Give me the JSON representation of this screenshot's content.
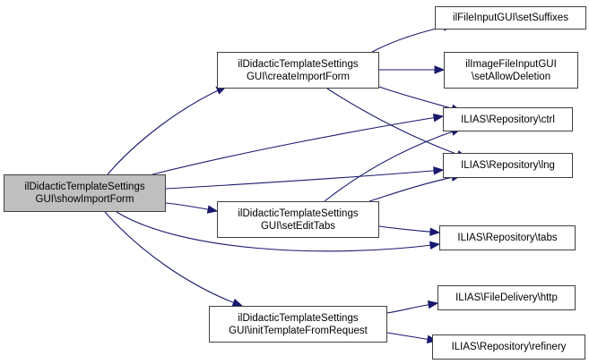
{
  "diagram": {
    "type": "call-graph",
    "colors": {
      "edge": "#191970",
      "root_fill": "#bfbfbf",
      "node_fill": "#ffffff",
      "node_border": "#404040"
    },
    "nodes": [
      {
        "id": "showImportForm",
        "lines": [
          "ilDidacticTemplateSettings",
          "GUI\\showImportForm"
        ],
        "root": true
      },
      {
        "id": "createImportForm",
        "lines": [
          "ilDidacticTemplateSettings",
          "GUI\\createImportForm"
        ]
      },
      {
        "id": "setEditTabs",
        "lines": [
          "ilDidacticTemplateSettings",
          "GUI\\setEditTabs"
        ]
      },
      {
        "id": "initTemplateFromRequest",
        "lines": [
          "ilDidacticTemplateSettings",
          "GUI\\initTemplateFromRequest"
        ]
      },
      {
        "id": "setSuffixes",
        "lines": [
          "ilFileInputGUI\\setSuffixes"
        ]
      },
      {
        "id": "setAllowDeletion",
        "lines": [
          "ilImageFileInputGUI",
          "\\setAllowDeletion"
        ]
      },
      {
        "id": "ctrl",
        "lines": [
          "ILIAS\\Repository\\ctrl"
        ]
      },
      {
        "id": "lng",
        "lines": [
          "ILIAS\\Repository\\lng"
        ]
      },
      {
        "id": "tabs",
        "lines": [
          "ILIAS\\Repository\\tabs"
        ]
      },
      {
        "id": "http",
        "lines": [
          "ILIAS\\FileDelivery\\http"
        ]
      },
      {
        "id": "refinery",
        "lines": [
          "ILIAS\\Repository\\refinery"
        ]
      }
    ],
    "edges": [
      {
        "from": "showImportForm",
        "to": "createImportForm"
      },
      {
        "from": "showImportForm",
        "to": "ctrl"
      },
      {
        "from": "showImportForm",
        "to": "lng"
      },
      {
        "from": "showImportForm",
        "to": "setEditTabs"
      },
      {
        "from": "showImportForm",
        "to": "tabs"
      },
      {
        "from": "showImportForm",
        "to": "initTemplateFromRequest"
      },
      {
        "from": "createImportForm",
        "to": "setSuffixes"
      },
      {
        "from": "createImportForm",
        "to": "setAllowDeletion"
      },
      {
        "from": "createImportForm",
        "to": "ctrl"
      },
      {
        "from": "createImportForm",
        "to": "lng"
      },
      {
        "from": "setEditTabs",
        "to": "ctrl"
      },
      {
        "from": "setEditTabs",
        "to": "lng"
      },
      {
        "from": "setEditTabs",
        "to": "tabs"
      },
      {
        "from": "initTemplateFromRequest",
        "to": "http"
      },
      {
        "from": "initTemplateFromRequest",
        "to": "refinery"
      }
    ]
  }
}
